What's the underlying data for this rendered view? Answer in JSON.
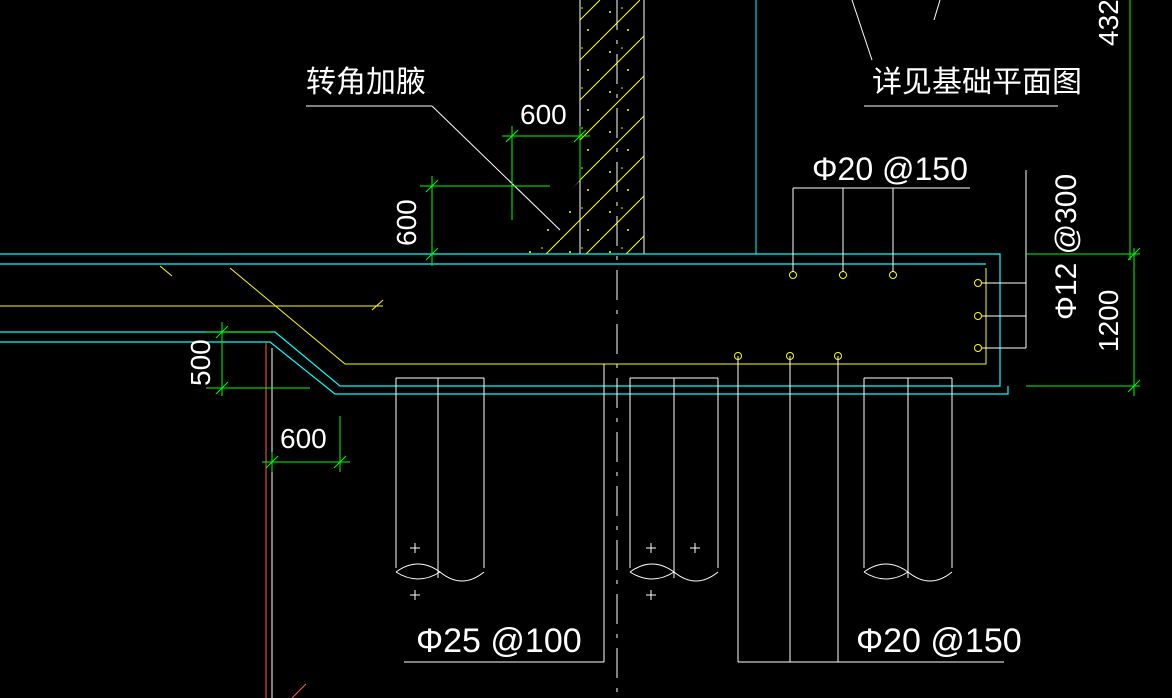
{
  "labels": {
    "corner_haunch": "转角加腋",
    "see_foundation_plan": "详见基础平面图",
    "top_bars": "Φ20 @150",
    "side_bars": "Φ12 @300",
    "pile_bars": "Φ25 @100",
    "bottom_bars": "Φ20 @150"
  },
  "dimensions": {
    "haunch_width": "600",
    "haunch_height": "600",
    "slab_thickness": "1200",
    "drop_depth": "500",
    "drop_width": "600",
    "cutoff_value": "432"
  },
  "colors": {
    "background": "#000000",
    "outline": "#ffffff",
    "slab_edge": "#00ffff",
    "rebar": "#ffff00",
    "dimension": "#00ff00",
    "red_line": "#ff6040"
  }
}
